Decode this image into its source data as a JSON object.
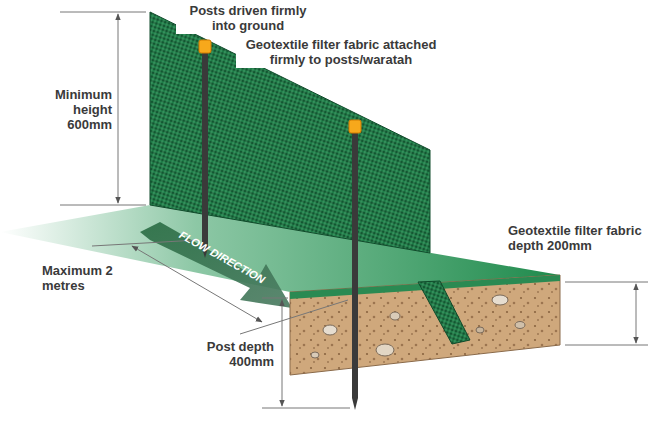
{
  "diagram": {
    "labels": [
      "Posts driven firmly into ground",
      "Geotextile filter fabric attached firmly to posts/waratah",
      "Minimum height 600mm",
      "Maximum 2 metres",
      "FLOW DIRECTION",
      "Geotextile filter fabric depth 200mm",
      "Post depth 400mm"
    ]
  }
}
